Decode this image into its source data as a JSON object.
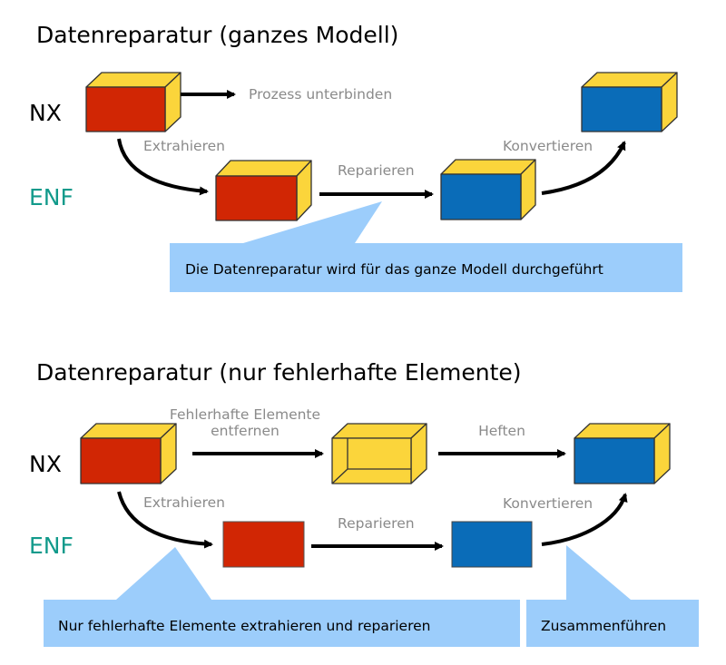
{
  "colors": {
    "red": "#d12604",
    "blue": "#0a6cb8",
    "yellow": "#fbd53b",
    "callout": "#9ccdfb",
    "enf_label": "#129a8b",
    "edge_label": "#8a8a8a"
  },
  "section1": {
    "title": "Datenreparatur (ganzes Modell)",
    "nx_label": "NX",
    "enf_label": "ENF",
    "labels": {
      "stop": "Prozess unterbinden",
      "extract": "Extrahieren",
      "repair": "Reparieren",
      "convert": "Konvertieren"
    },
    "callout": "Die Datenreparatur wird für das ganze Modell durchgeführt"
  },
  "section2": {
    "title": "Datenreparatur (nur fehlerhafte Elemente)",
    "nx_label": "NX",
    "enf_label": "ENF",
    "labels": {
      "remove_line1": "Fehlerhafte Elemente",
      "remove_line2": "entfernen",
      "stitch": "Heften",
      "extract": "Extrahieren",
      "repair": "Reparieren",
      "convert": "Konvertieren"
    },
    "callout_left": "Nur fehlerhafte Elemente extrahieren und reparieren",
    "callout_right": "Zusammenführen"
  }
}
